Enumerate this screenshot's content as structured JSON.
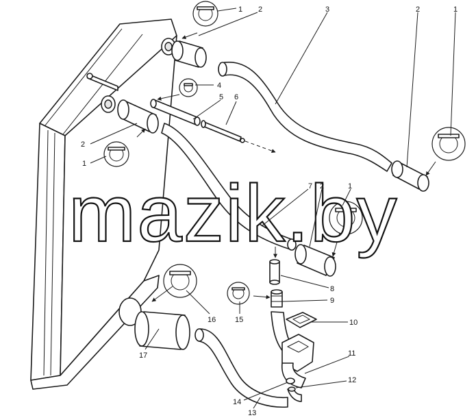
{
  "watermark": "mazik.by",
  "callouts": {
    "c1_top": "1",
    "c2_top": "2",
    "c3": "3",
    "c2_right": "2",
    "c1_right": "1",
    "c4": "4",
    "c5": "5",
    "c6": "6",
    "c2_left": "2",
    "c1_left": "1",
    "c7": "7",
    "c2_mid": "2",
    "c1_mid": "1",
    "c8": "8",
    "c9": "9",
    "c10": "10",
    "c11": "11",
    "c12": "12",
    "c13": "13",
    "c14": "14",
    "c15": "15",
    "c16": "16",
    "c17": "17"
  },
  "icons": [
    "hose-clamp-icon",
    "arrow-icon"
  ]
}
